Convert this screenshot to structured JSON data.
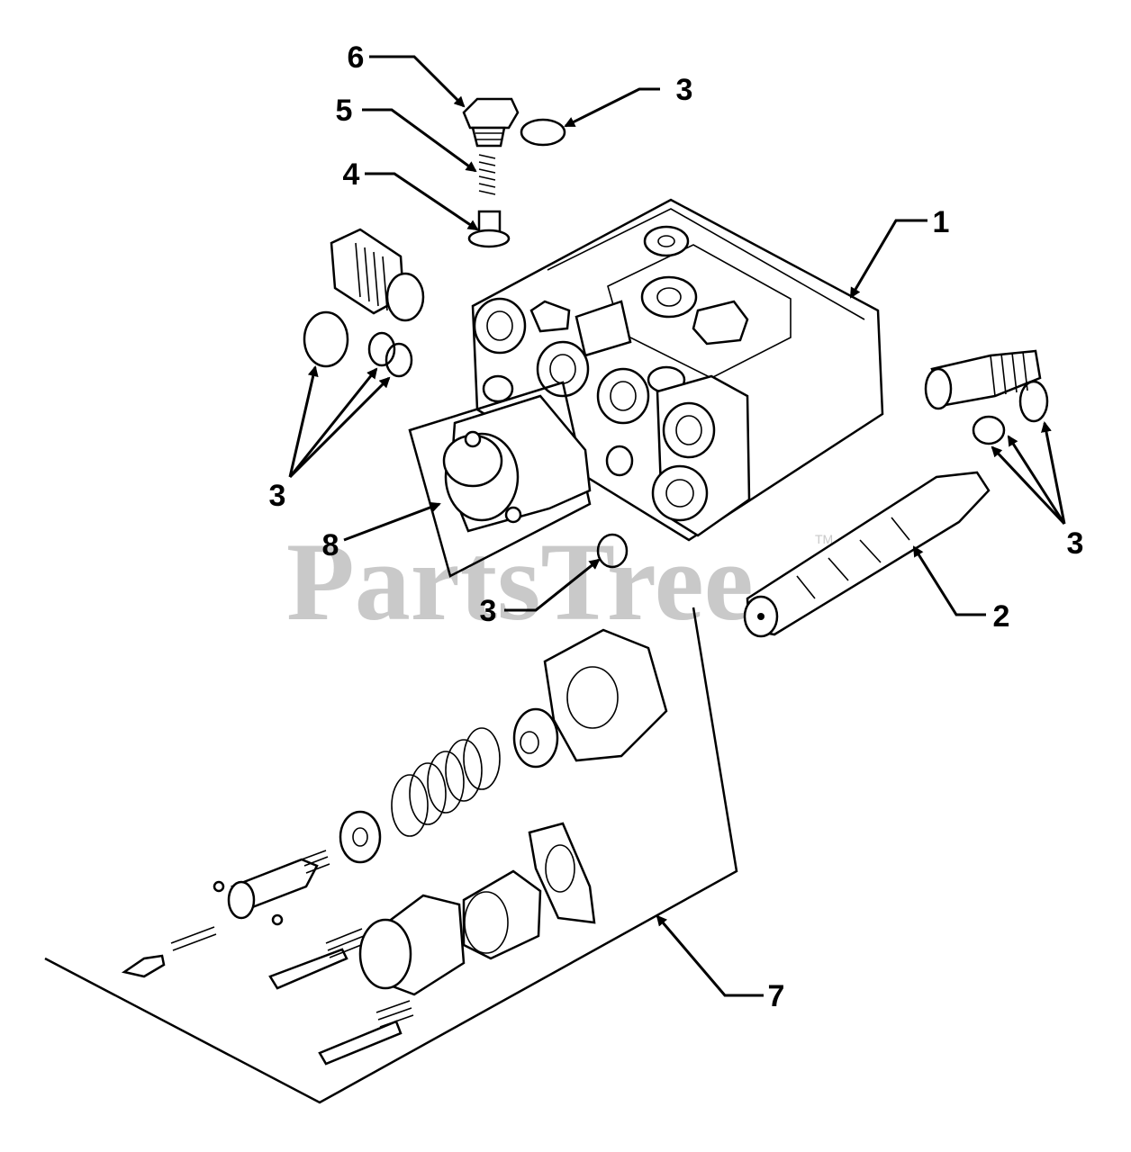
{
  "callouts": [
    {
      "id": "c1",
      "label": "1"
    },
    {
      "id": "c2",
      "label": "2"
    },
    {
      "id": "c3a",
      "label": "3"
    },
    {
      "id": "c3b",
      "label": "3"
    },
    {
      "id": "c3c",
      "label": "3"
    },
    {
      "id": "c3d",
      "label": "3"
    },
    {
      "id": "c4",
      "label": "4"
    },
    {
      "id": "c5",
      "label": "5"
    },
    {
      "id": "c6",
      "label": "6"
    },
    {
      "id": "c7",
      "label": "7"
    },
    {
      "id": "c8",
      "label": "8"
    }
  ],
  "watermark": {
    "text": "PartsTree",
    "trademark": "TM"
  },
  "colors": {
    "line": "#000000",
    "watermark": "#c9c9c9",
    "background": "#ffffff"
  }
}
